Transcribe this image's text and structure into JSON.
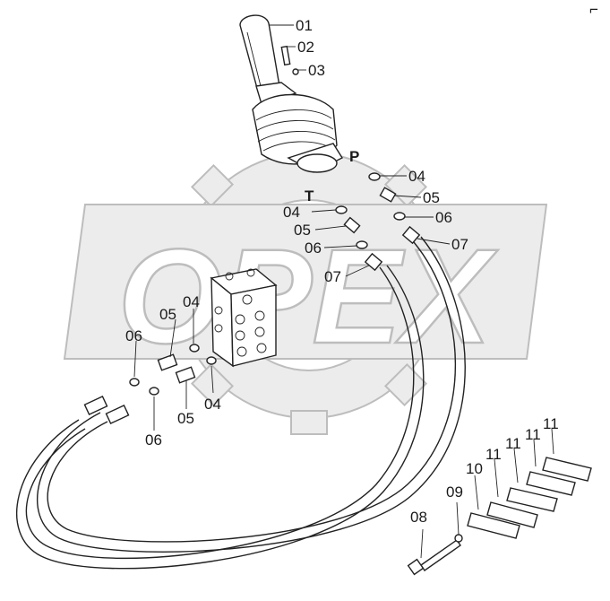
{
  "watermark": {
    "text": "OPEX",
    "colors": {
      "fill": "#ececec",
      "stroke": "#bdbdbd"
    }
  },
  "corner_mark": "⌐",
  "ports": {
    "p": "P",
    "t": "T"
  },
  "callouts": {
    "c01": "01",
    "c02": "02",
    "c03": "03",
    "c04_p": "04",
    "c05_p": "05",
    "c06_p": "06",
    "c07_p": "07",
    "c04_t": "04",
    "c05_t": "05",
    "c06_t": "06",
    "c07_t": "07",
    "c04_va": "04",
    "c05_va": "05",
    "c06_va": "06",
    "c04_vb": "04",
    "c05_vb": "05",
    "c06_vb": "06",
    "c08": "08",
    "c09": "09",
    "c10": "10",
    "c11_a": "11",
    "c11_b": "11",
    "c11_c": "11",
    "c11_d": "11"
  },
  "icons": {
    "joystick": "joystick-icon",
    "valve_block": "valve-block-icon",
    "hose": "hydraulic-hose-icon",
    "clamp": "hose-clamp-icon",
    "bolt": "bolt-icon"
  }
}
